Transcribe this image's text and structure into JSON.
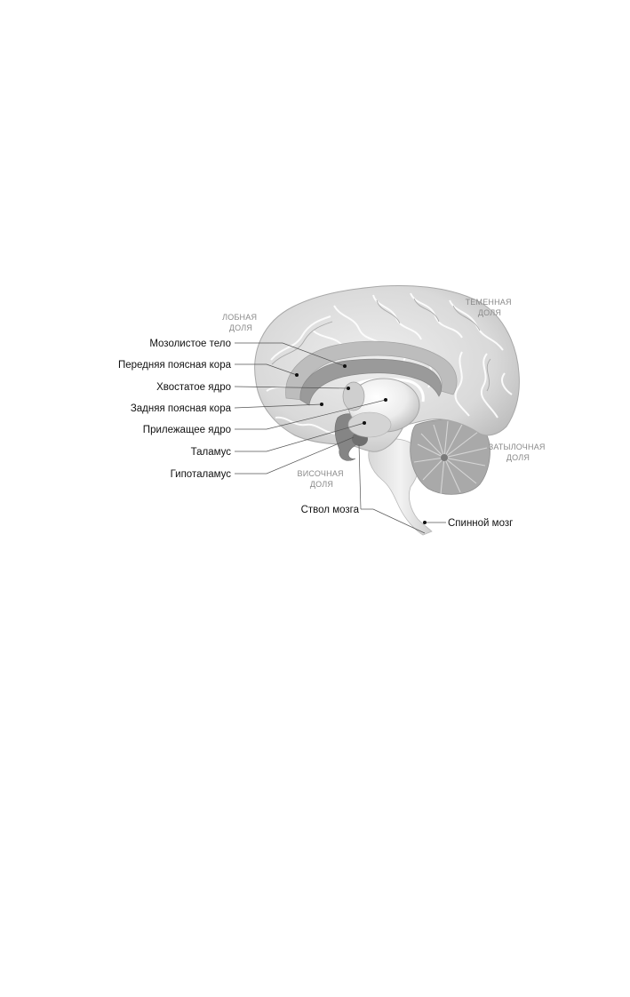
{
  "lobes": {
    "frontal": [
      "ЛОБНАЯ",
      "ДОЛЯ"
    ],
    "parietal": [
      "ТЕМЕННАЯ",
      "ДОЛЯ"
    ],
    "occipital": [
      "ЗАТЫЛОЧНАЯ",
      "ДОЛЯ"
    ],
    "temporal": [
      "ВИСОЧНАЯ",
      "ДОЛЯ"
    ]
  },
  "labels": {
    "corpus_callosum": "Мозолистое тело",
    "anterior_cingulate": "Передняя поясная кора",
    "caudate": "Хвостатое ядро",
    "posterior_cingulate": "Задняя поясная кора",
    "accumbens": "Прилежащее ядро",
    "thalamus": "Таламус",
    "hypothalamus": "Гипоталамус",
    "brainstem": "Ствол мозга",
    "spinal_cord": "Спинной мозг"
  }
}
